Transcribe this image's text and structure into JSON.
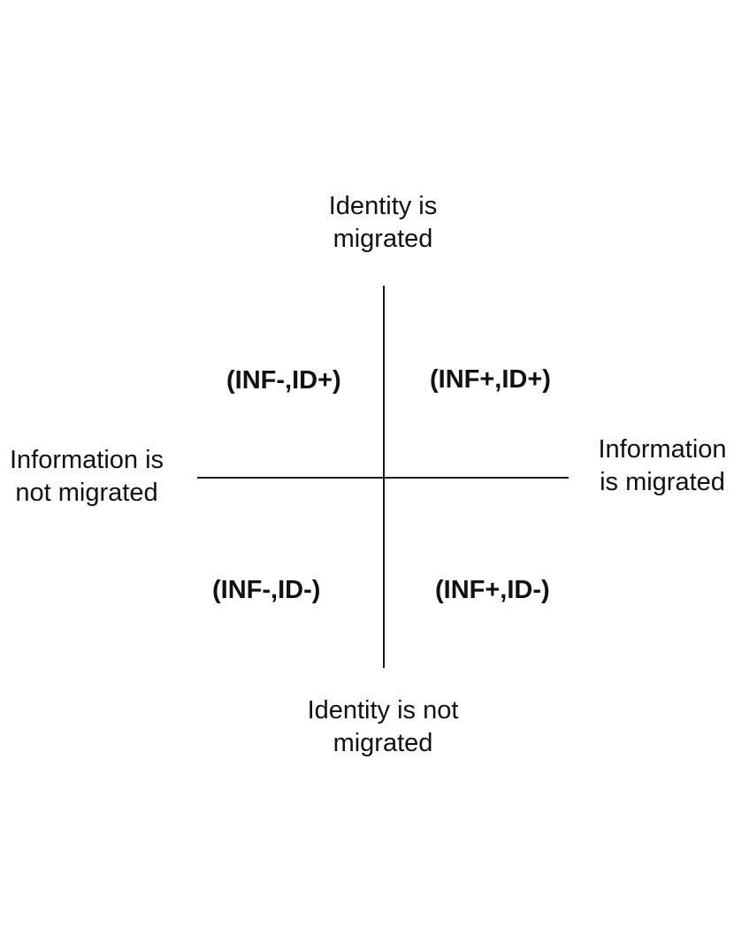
{
  "axes": {
    "top_label": [
      "Identity is",
      "migrated"
    ],
    "bottom_label": [
      "Identity is not",
      "migrated"
    ],
    "left_label": [
      "Information is",
      "not migrated"
    ],
    "right_label": [
      "Information",
      "is migrated"
    ]
  },
  "quadrants": {
    "top_left": "(INF-,ID+)",
    "top_right": "(INF+,ID+)",
    "bottom_left": "(INF-,ID-)",
    "bottom_right": "(INF+,ID-)"
  }
}
